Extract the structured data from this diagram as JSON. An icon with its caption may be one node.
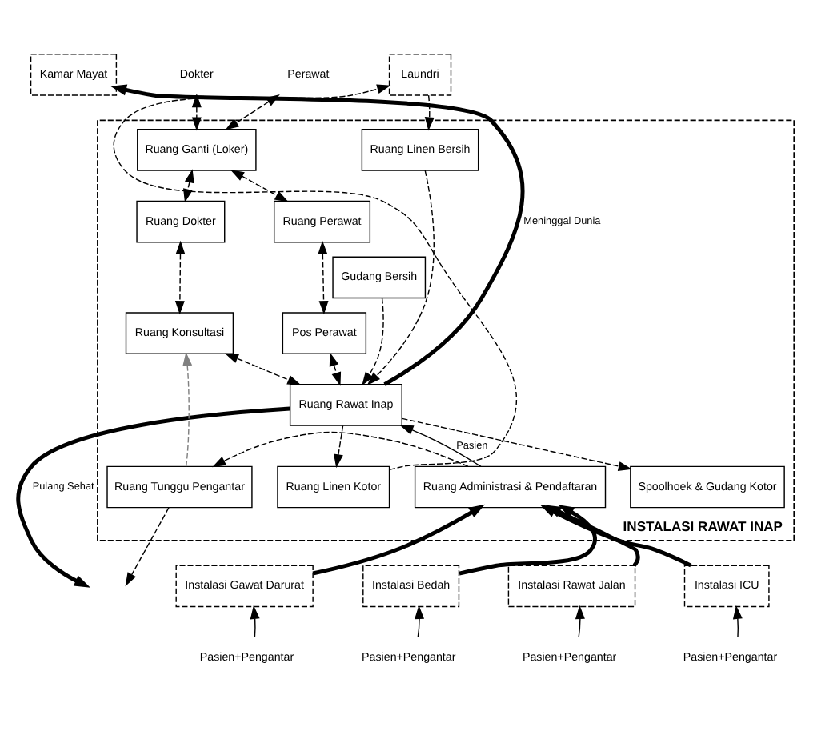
{
  "diagram": {
    "nodes": [
      {
        "text": [
          "INSTALASI RAWAT INAP"
        ]
      },
      {
        "text": [
          "Kamar Mayat"
        ]
      },
      {
        "text": [
          "Laundri"
        ]
      },
      {
        "text": [
          "Dokter"
        ]
      },
      {
        "text": [
          "Perawat"
        ]
      },
      {
        "text": [
          "Ruang Ganti (Loker)"
        ],
        "in": 0
      },
      {
        "text": [
          "Ruang Dokter"
        ],
        "in": 0
      },
      {
        "text": [
          "Ruang Perawat"
        ],
        "in": 0
      },
      {
        "text": [
          "Ruang Konsultasi"
        ],
        "in": 0
      },
      {
        "text": [
          "Pos Perawat"
        ],
        "in": 0
      },
      {
        "text": [
          "Ruang Linen Bersih"
        ],
        "in": 0
      },
      {
        "text": [
          "Gudang Bersih"
        ],
        "in": 0
      },
      {
        "text": [
          "Ruang Rawat Inap"
        ],
        "in": 0
      },
      {
        "text": [
          "Ruang Linen Kotor"
        ],
        "in": 0
      },
      {
        "text": [
          "Spoolhoek & Gudang Kotor"
        ],
        "in": 0
      },
      {
        "text": [
          "Ruang Tunggu Pengantar"
        ],
        "in": 0
      },
      {
        "text": [
          "Ruang Administrasi & Pendaftaran"
        ],
        "in": 0
      },
      {
        "text": [
          "Instalasi Gawat Darurat"
        ]
      },
      {
        "text": [
          "Instalasi Bedah"
        ]
      },
      {
        "text": [
          "Instalasi Rawat Jalan"
        ]
      },
      {
        "text": [
          "Instalasi ICU"
        ]
      },
      {
        "text": [
          "Pasien+Pengantar"
        ]
      },
      {
        "text": [
          "Pasien+Pengantar"
        ]
      },
      {
        "text": [
          "Pasien+Pengantar"
        ]
      },
      {
        "text": [
          "Pasien+Pengantar"
        ]
      }
    ],
    "edges": [
      {
        "from": 3,
        "to": 5,
        "arrow": "both",
        "style": "dashed"
      },
      {
        "from": 4,
        "to": 5,
        "arrow": "both",
        "style": "dashed"
      },
      {
        "from": 5,
        "to": 6,
        "arrow": "both",
        "style": "dashed"
      },
      {
        "from": 5,
        "to": 7,
        "arrow": "both",
        "style": "dashed"
      },
      {
        "from": 6,
        "to": 8,
        "arrow": "both",
        "style": "dashed"
      },
      {
        "from": 7,
        "to": 9,
        "arrow": "both",
        "style": "dashed"
      },
      {
        "from": 8,
        "to": 12,
        "arrow": "both",
        "style": "dashed"
      },
      {
        "from": 9,
        "to": 12,
        "arrow": "both",
        "style": "dashed"
      },
      {
        "from": 2,
        "to": 10,
        "arrow": "to",
        "style": "dashed"
      },
      {
        "from": 10,
        "to": 12,
        "arrow": "to",
        "style": "dashed"
      },
      {
        "from": 11,
        "to": 12,
        "arrow": "to",
        "style": "dashed"
      },
      {
        "from": 12,
        "to": 13,
        "arrow": "to",
        "style": "dashed"
      },
      {
        "from": 12,
        "to": 14,
        "arrow": "to",
        "style": "dashed"
      },
      {
        "from": 13,
        "to": 2,
        "arrow": "to",
        "style": "dashed"
      },
      {
        "from": 12,
        "to": 1,
        "label": "Meninggal Dunia",
        "arrow": "to",
        "style": "thick"
      },
      {
        "from": 12,
        "to": null,
        "label": "Pulang Sehat",
        "arrow": "to",
        "style": "thick"
      },
      {
        "from": 15,
        "to": null,
        "arrow": "to",
        "style": "dashed"
      },
      {
        "from": 15,
        "to": 8,
        "arrow": "to",
        "style": "dashed",
        "color": "#808080"
      },
      {
        "from": 16,
        "to": 12,
        "label": "Pasien",
        "arrow": "to"
      },
      {
        "from": 16,
        "to": 15,
        "arrow": "to",
        "style": "dashed"
      },
      {
        "from": 17,
        "to": 16,
        "arrow": "to",
        "style": "thick"
      },
      {
        "from": 18,
        "to": 16,
        "arrow": "to",
        "style": "thick"
      },
      {
        "from": 19,
        "to": 16,
        "arrow": "to",
        "style": "thick"
      },
      {
        "from": 20,
        "to": 16,
        "arrow": "to",
        "style": "thick"
      },
      {
        "from": 21,
        "to": 17,
        "arrow": "to"
      },
      {
        "from": 22,
        "to": 18,
        "arrow": "to"
      },
      {
        "from": 23,
        "to": 19,
        "arrow": "to"
      },
      {
        "from": 24,
        "to": 20,
        "arrow": "to"
      }
    ]
  }
}
